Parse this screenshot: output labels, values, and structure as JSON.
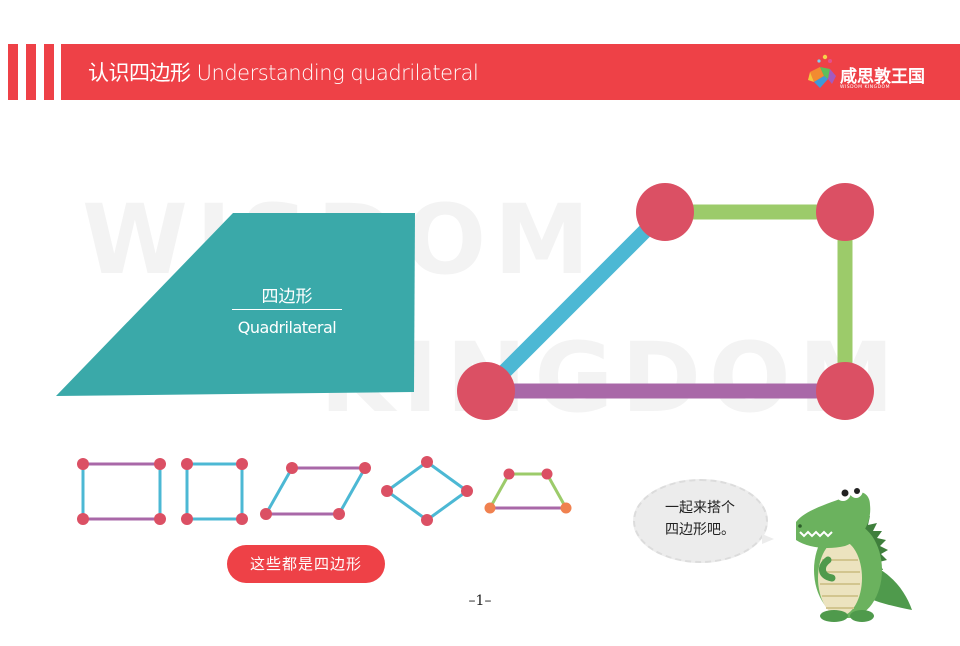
{
  "header": {
    "title": "认识四边形 Understanding quadrilateral",
    "logo": {
      "name": "咸思敦王国",
      "subtitle": "WISDOM KINGDOM"
    }
  },
  "watermark": {
    "line1": "WISDOM",
    "line2": "KINGDOM"
  },
  "shape_card": {
    "label_cn": "四边形",
    "label_en": "Quadrilateral",
    "color": "#3aa9a9"
  },
  "colors": {
    "accent_red": "#ee4147",
    "vertex": "#db5064",
    "edge_blue": "#4cb8d4",
    "edge_green": "#9ccb6a",
    "edge_purple": "#a968a8",
    "vertex_orange": "#f0814f"
  },
  "examples_button": {
    "label": "这些都是四边形"
  },
  "speech_bubble": {
    "line1": "一起来搭个",
    "line2": "四边形吧。"
  },
  "page_number": "–1–",
  "icons": [
    "logo-icon",
    "crocodile-icon"
  ]
}
